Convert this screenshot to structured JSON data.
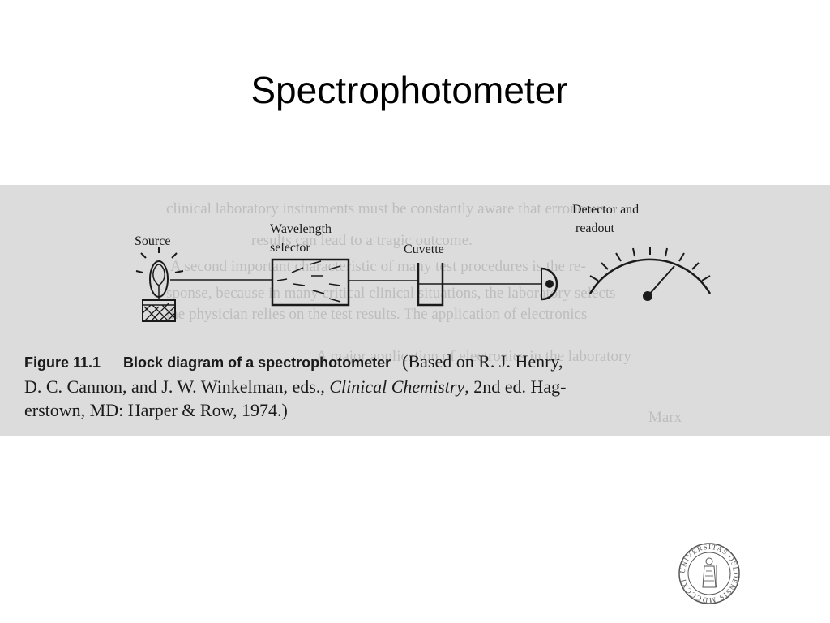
{
  "slide": {
    "title": "Spectrophotometer"
  },
  "diagram": {
    "labels": {
      "source": "Source",
      "wavelength_selector_line1": "Wavelength",
      "wavelength_selector_line2": "selector",
      "cuvette": "Cuvette",
      "detector_line1": "Detector and",
      "detector_line2": "readout"
    }
  },
  "caption": {
    "figure_label": "Figure 11.1",
    "figure_heading": "Block diagram of a spectrophotometer",
    "line1_tail": "(Based on R. J. Henry,",
    "line2_start": "D. C. Cannon, and J. W. Winkelman, eds.,",
    "line2_italic": "Clinical Chemistry",
    "line2_end": ", 2nd ed. Hag-",
    "line3": "erstown, MD: Harper & Row, 1974.)"
  },
  "bleed_through": {
    "lines": [
      "clinical laboratory instruments must be constantly aware that erroneous",
      "results can lead to a tragic outcome.",
      "A second important characteristic of many test procedures is the re-",
      "sponse, because in many critical clinical situations, the laboratory selects",
      "the physician relies on the test results. The application of electronics",
      "A major application of electronics in the laboratory",
      "Marx"
    ]
  },
  "seal": {
    "text": "UNIVERSITAS OSLOENSIS MDCCCXI",
    "color": "#555555"
  }
}
